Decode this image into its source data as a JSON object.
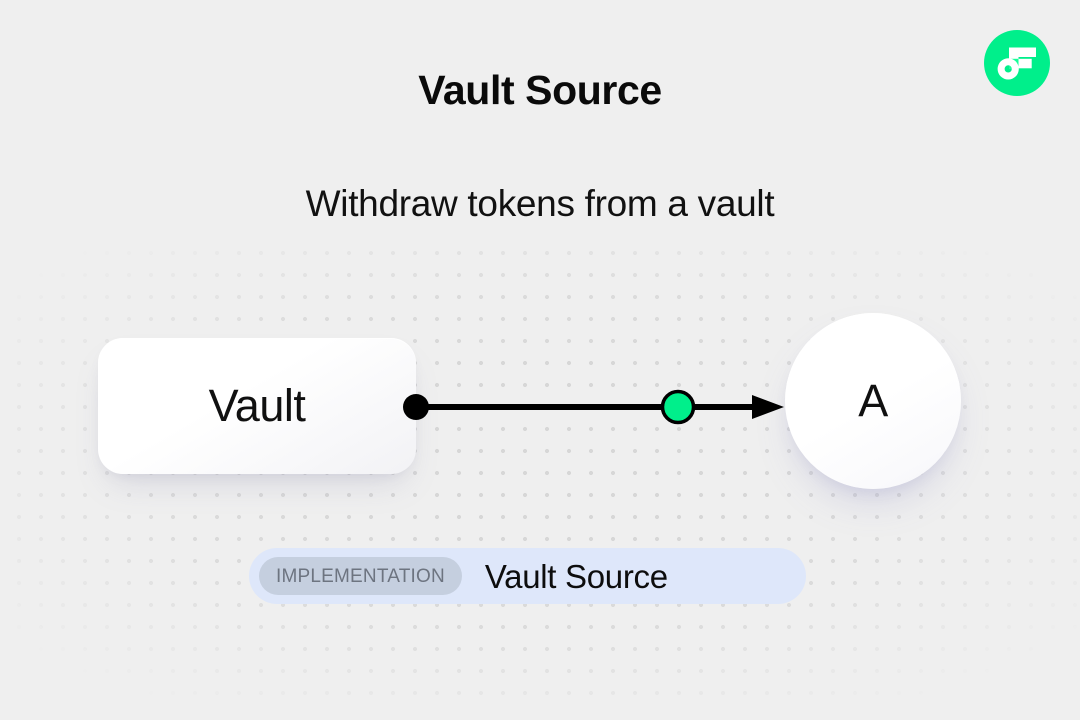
{
  "page": {
    "title": "Vault Source",
    "subtitle": "Withdraw tokens from a vault",
    "background_color": "#efefef",
    "dot_color": "#d7d7d7"
  },
  "brand": {
    "logo_icon": "flow-logo-icon",
    "logo_color": "#00ef8b",
    "mark_color": "#ffffff",
    "mark_accent_color": "#16ff99"
  },
  "diagram": {
    "type": "flow",
    "nodes": [
      {
        "id": "vault",
        "label": "Vault",
        "shape": "rounded-rect",
        "fill": "#ffffff"
      },
      {
        "id": "a",
        "label": "A",
        "shape": "circle",
        "fill": "#ffffff"
      }
    ],
    "edges": [
      {
        "from": "vault",
        "to": "a",
        "source_handle_color": "#000000",
        "midpoint_handle_color": "#00ef8b",
        "stroke_color": "#000000",
        "arrowhead": "filled-triangle"
      }
    ]
  },
  "badge": {
    "tag_label": "IMPLEMENTATION",
    "name_label": "Vault Source",
    "background_color": "#dee7fa",
    "tag_background_color": "#c5cfdf",
    "tag_text_color": "#6d7480"
  }
}
